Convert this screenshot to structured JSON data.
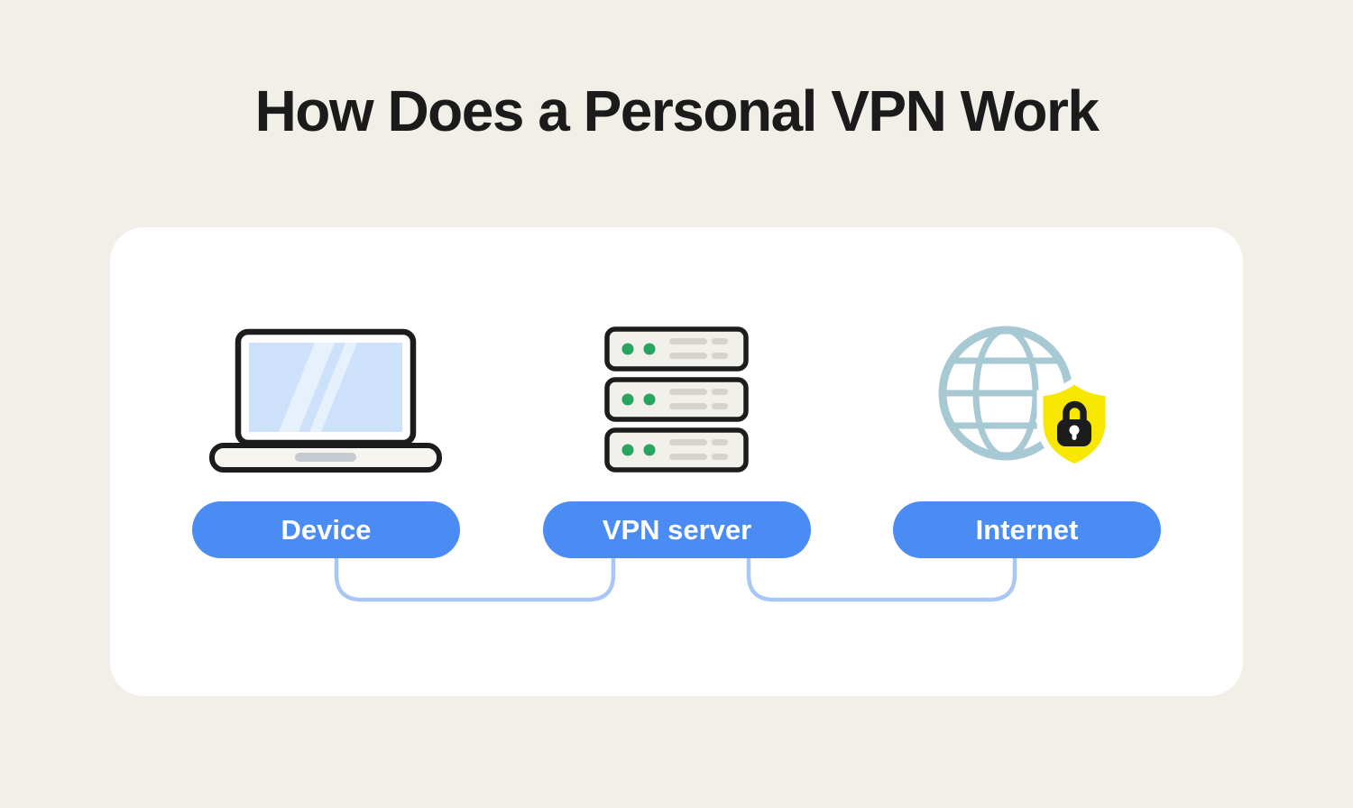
{
  "title": "How Does a Personal VPN Work",
  "diagram": {
    "nodes": [
      {
        "label": "Device",
        "icon": "laptop-icon"
      },
      {
        "label": "VPN server",
        "icon": "server-icon"
      },
      {
        "label": "Internet",
        "icon": "globe-shield-icon"
      }
    ],
    "connections": [
      {
        "from": "Device",
        "to": "VPN server"
      },
      {
        "from": "VPN server",
        "to": "Internet"
      }
    ]
  },
  "colors": {
    "background": "#f2efe8",
    "card": "#ffffff",
    "pill": "#4b8bf4",
    "pill_text": "#ffffff",
    "connector": "#a8c7f7",
    "title_text": "#1b1b1b",
    "laptop_screen": "#cde2fa",
    "globe": "#a6c9d3",
    "shield": "#f8e700",
    "lock": "#1c1c1c",
    "server_dot_green": "#27a45e"
  }
}
